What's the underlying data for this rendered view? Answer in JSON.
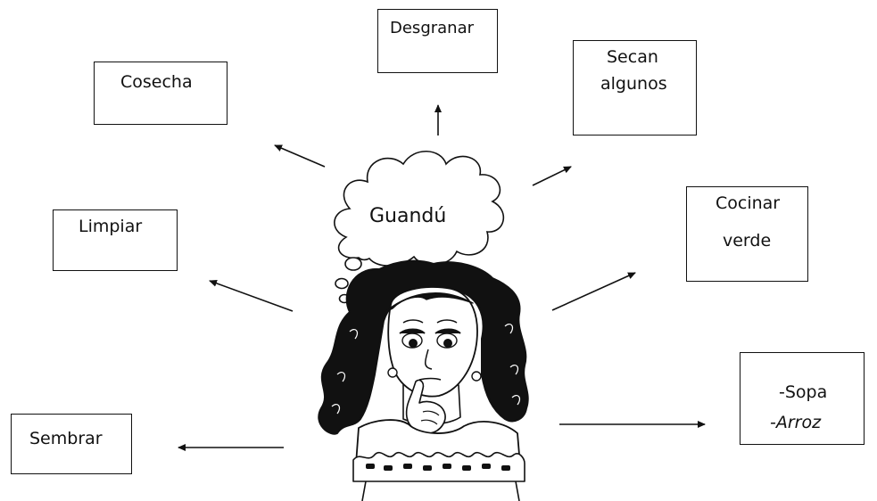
{
  "center": {
    "label": "Guandú"
  },
  "boxes": {
    "desgranar": {
      "label": "Desgranar"
    },
    "cosecha": {
      "label": "Cosecha"
    },
    "secan": {
      "line1": "Secan",
      "line2": "algunos"
    },
    "limpiar": {
      "label": "Limpiar"
    },
    "cocinar": {
      "line1": "Cocinar",
      "line2": "verde"
    },
    "sembrar": {
      "label": "Sembrar"
    },
    "sopa_arroz": {
      "line1": "-Sopa",
      "line2": "-Arroz"
    }
  }
}
